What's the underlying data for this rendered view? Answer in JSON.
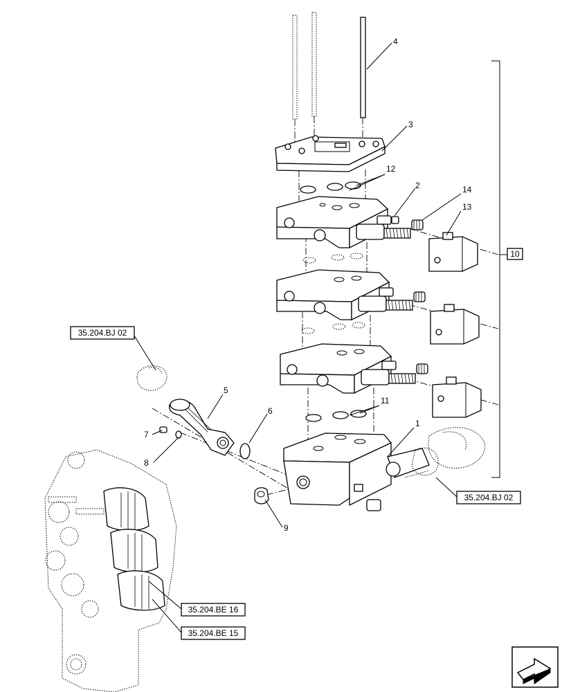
{
  "callouts": {
    "c1": "1",
    "c2": "2",
    "c3": "3",
    "c4": "4",
    "c5": "5",
    "c6": "6",
    "c7": "7",
    "c8": "8",
    "c9": "9",
    "c10": "10",
    "c11": "11",
    "c12": "12",
    "c13": "13",
    "c14": "14"
  },
  "references": {
    "bj02_left": "35.204.BJ 02",
    "bj02_right": "35.204.BJ 02",
    "be16": "35.204.BE 16",
    "be15": "35.204.BE 15"
  },
  "icons": {
    "nav": "next-page-arrow-icon"
  }
}
